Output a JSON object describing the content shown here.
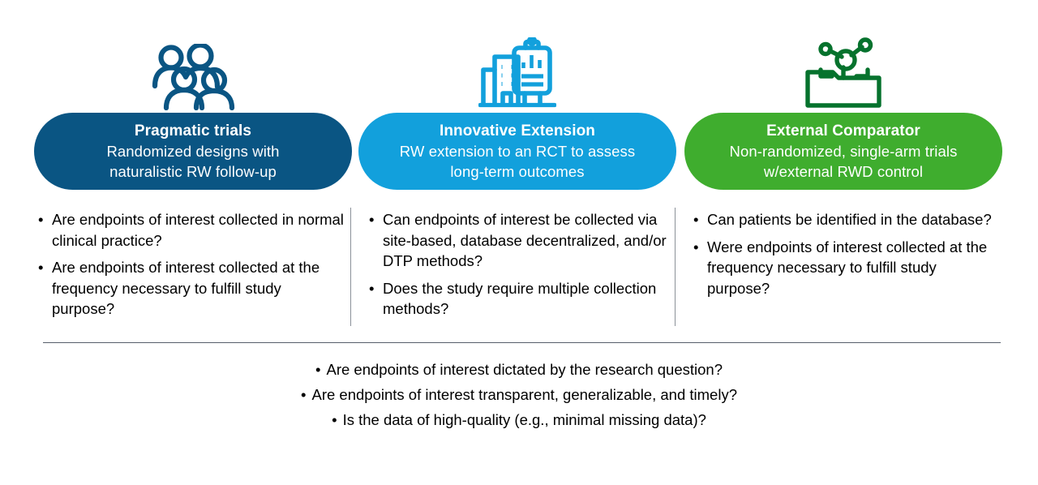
{
  "slide": {
    "bullet_glyph": "•",
    "divider_color": "#565e6b",
    "column_divider_color": "#8b9199"
  },
  "columns": [
    {
      "id": "pragmatic-trials",
      "icon": "group-of-people-icon",
      "accent": "#0a5583",
      "title": "Pragmatic trials",
      "subtitle_lines": [
        "Randomized  designs with",
        "naturalistic RW follow-up"
      ],
      "bullets": [
        "Are endpoints of interest collected in normal clinical practice?",
        "Are endpoints of interest collected at the frequency necessary to fulfill study purpose?"
      ]
    },
    {
      "id": "innovative-extension",
      "icon": "hospital-clipboard-icon",
      "accent": "#12a0dc",
      "title": "Innovative Extension",
      "subtitle_lines": [
        "RW extension to an RCT to assess",
        "long-term  outcomes"
      ],
      "bullets": [
        "Can endpoints of interest be collected via site-based, database decentralized,  and/or DTP methods?",
        "Does the study require multiple collection methods?"
      ]
    },
    {
      "id": "external-comparator",
      "icon": "data-folder-network-icon",
      "accent": "#3fad2e",
      "title": "External Comparator",
      "subtitle_lines": [
        "Non-randomized,  single-arm  trials",
        "w/external RWD control"
      ],
      "bullets": [
        "Can patients be identified in the database?",
        "Were endpoints of interest collected at the frequency necessary to fulfill study purpose?"
      ]
    }
  ],
  "footer_bullets": [
    "Are endpoints of interest dictated by the research question?",
    "Are endpoints of interest transparent, generalizable,  and timely?",
    "Is the data of high-quality (e.g., minimal  missing data)?"
  ]
}
